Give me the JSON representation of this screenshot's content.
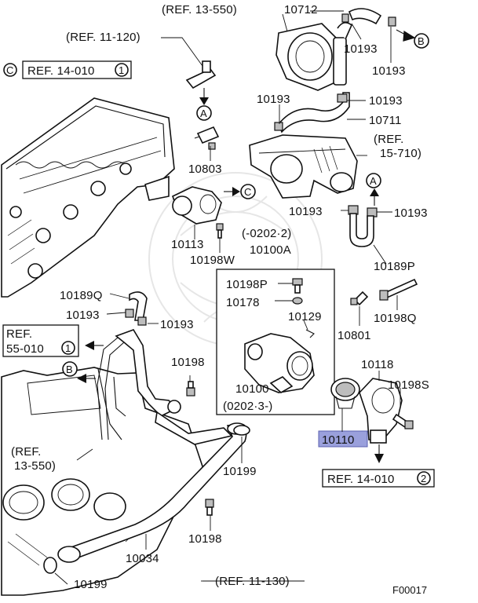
{
  "labels": {
    "ref_13_550_top": "(REF. 13-550)",
    "p10712": "10712",
    "p10193_a": "10193",
    "p10193_b": "10193",
    "ref_11_120": "(REF. 11-120)",
    "ref_14_010_1": "REF. 14-010",
    "ref_14_010_1_num": "1",
    "circle_c": "C",
    "p10193_c": "10193",
    "p10193_d": "10193",
    "p10711": "10711",
    "ref_15_710_a": "(REF.",
    "ref_15_710_b": "15-710)",
    "circle_a_top": "A",
    "circle_b_top": "B",
    "p10803": "10803",
    "circle_c2": "C",
    "p10193_e": "10193",
    "p10193_f": "10193",
    "circle_a_right": "A",
    "p10113": "10113",
    "p0202_2": "(-0202·2)",
    "p10100A": "10100A",
    "p10198W": "10198W",
    "p10189P": "10189P",
    "p10198P": "10198P",
    "p10178": "10178",
    "p10129": "10129",
    "p10189Q": "10189Q",
    "p10193_g": "10193",
    "p10193_h": "10193",
    "p10198Q": "10198Q",
    "ref_55_010_a": "REF.",
    "ref_55_010_b": "55-010",
    "ref_55_010_num": "1",
    "p10801": "10801",
    "p10100": "10100",
    "p0202_3": "(0202·3-)",
    "p10118": "10118",
    "p10198": "10198",
    "p10198S": "10198S",
    "circle_b_left": "B",
    "ref_13_550_a": "(REF.",
    "ref_13_550_b": "13-550)",
    "p10110": "10110",
    "ref_14_010_2": "REF. 14-010",
    "ref_14_010_2_num": "2",
    "p10199_a": "10199",
    "p10198_b": "10198",
    "p10034": "10034",
    "p10199_b": "10199",
    "ref_11_130": "(REF. 11-130)",
    "figure_code": "F00017"
  },
  "colors": {
    "highlight": "#9aa0dc",
    "ink": "#111111"
  }
}
